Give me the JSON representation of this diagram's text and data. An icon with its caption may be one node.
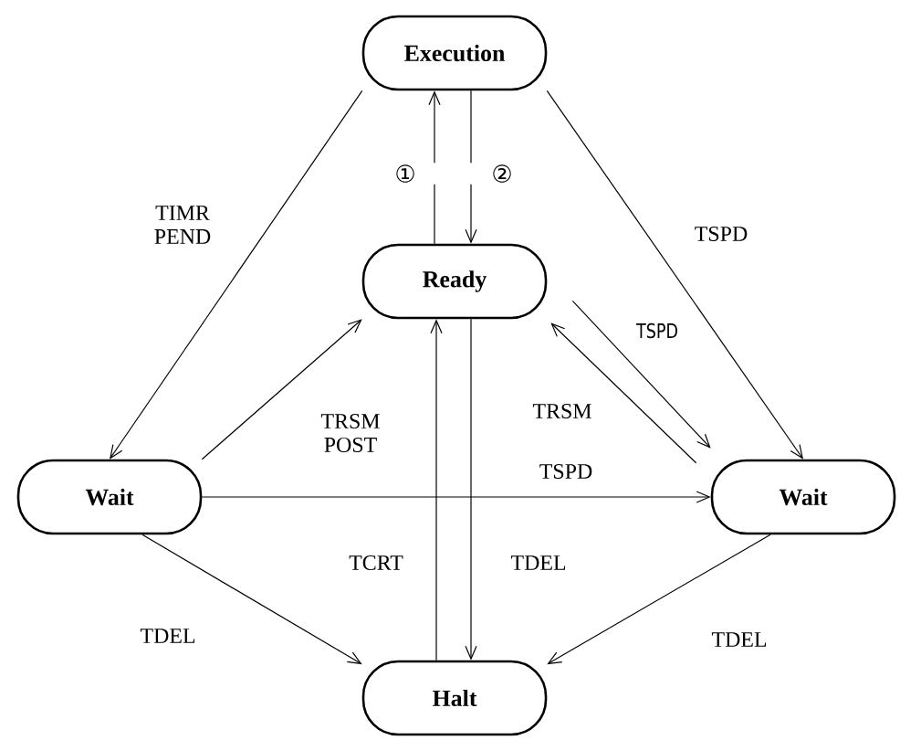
{
  "diagram": {
    "nodes": [
      {
        "text": [
          "Execution"
        ]
      },
      {
        "text": [
          "Ready"
        ]
      },
      {
        "text": [
          "Wait"
        ]
      },
      {
        "text": [
          "Wait"
        ]
      },
      {
        "text": [
          "Halt"
        ]
      }
    ],
    "edges": [
      {
        "from": 1,
        "to": 0,
        "arrow": "to",
        "label": "①"
      },
      {
        "from": 0,
        "to": 1,
        "arrow": "to",
        "label": "②"
      },
      {
        "from": 0,
        "to": 2,
        "arrow": "to",
        "label": "TIMR PEND"
      },
      {
        "from": 0,
        "to": 3,
        "arrow": "to",
        "label": "TSPD"
      },
      {
        "from": 2,
        "to": 1,
        "arrow": "to",
        "label": "TRSM POST"
      },
      {
        "from": 1,
        "to": 3,
        "arrow": "to",
        "label": "TSPD"
      },
      {
        "from": 3,
        "to": 1,
        "arrow": "to",
        "label": "TRSM"
      },
      {
        "from": 2,
        "to": 3,
        "arrow": "to",
        "label": "TSPD"
      },
      {
        "from": 4,
        "to": 1,
        "arrow": "to",
        "label": "TCRT"
      },
      {
        "from": 1,
        "to": 4,
        "arrow": "to",
        "label": "TDEL"
      },
      {
        "from": 2,
        "to": 4,
        "arrow": "to",
        "label": "TDEL"
      },
      {
        "from": 3,
        "to": 4,
        "arrow": "to",
        "label": "TDEL"
      }
    ]
  }
}
